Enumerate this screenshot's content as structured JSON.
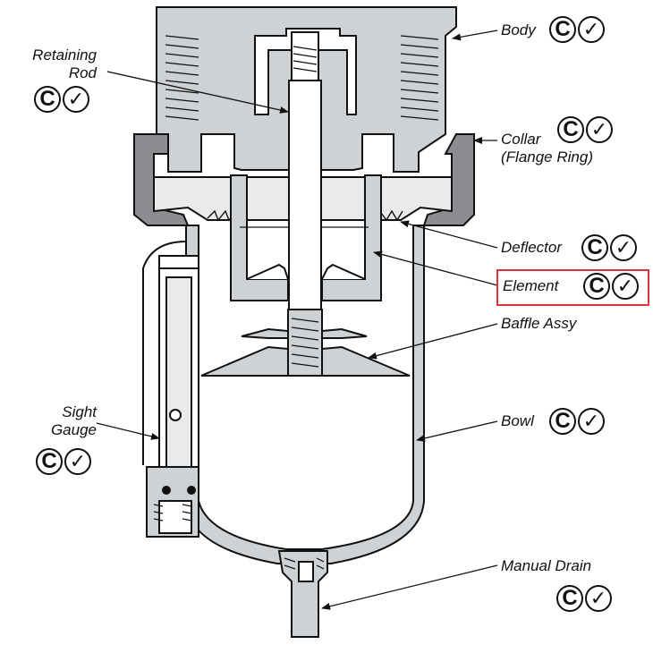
{
  "callouts": {
    "body": {
      "label": "Body",
      "badges": [
        "C",
        "✓"
      ]
    },
    "retaining_rod": {
      "label_line1": "Retaining",
      "label_line2": "Rod",
      "badges": [
        "C",
        "✓"
      ]
    },
    "collar": {
      "label_line1": "Collar",
      "label_line2": "(Flange Ring)",
      "badges": [
        "C",
        "✓"
      ]
    },
    "deflector": {
      "label": "Deflector",
      "badges": [
        "C",
        "✓"
      ]
    },
    "element": {
      "label": "Element",
      "badges": [
        "C",
        "✓"
      ],
      "highlighted": true
    },
    "baffle": {
      "label": "Baffle Assy"
    },
    "sight_gauge": {
      "label_line1": "Sight",
      "label_line2": "Gauge",
      "badges": [
        "C",
        "✓"
      ]
    },
    "bowl": {
      "label": "Bowl",
      "badges": [
        "C",
        "✓"
      ]
    },
    "manual_drain": {
      "label": "Manual Drain",
      "badges": [
        "C",
        "✓"
      ]
    }
  },
  "colors": {
    "part_fill": "#cfd2d4",
    "collar_fill": "#8b8d90",
    "outline": "#111111",
    "highlight": "#d9343b"
  },
  "icons": {
    "compatible": "circled-c-icon",
    "check": "circled-check-icon"
  }
}
